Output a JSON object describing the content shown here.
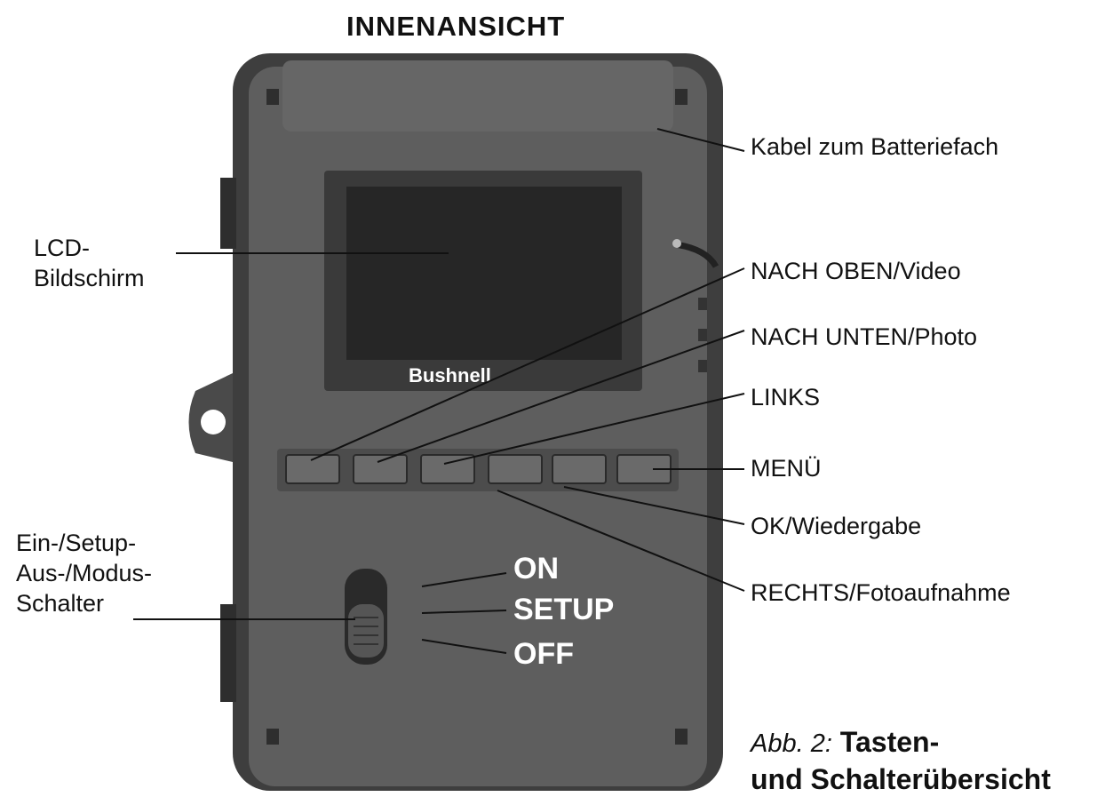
{
  "title": "INNENANSICHT",
  "labels": {
    "lcd_line1": "LCD-",
    "lcd_line2": "Bildschirm",
    "cable": "Kabel zum Batteriefach",
    "up": "NACH OBEN/Video",
    "down": "NACH UNTEN/Photo",
    "left": "LINKS",
    "menu": "MENÜ",
    "ok": "OK/Wiedergabe",
    "right": "RECHTS/Fotoaufnahme",
    "switch_line1": "Ein-/Setup-",
    "switch_line2": "Aus-/Modus-",
    "switch_line3": "Schalter"
  },
  "switch_positions": {
    "on": "ON",
    "setup": "SETUP",
    "off": "OFF"
  },
  "brand": "Bushnell",
  "caption": {
    "prefix": "Abb. 2:",
    "line1": "Tasten-",
    "line2": "und Schalterübersicht"
  },
  "colors": {
    "housing": "#4a4a4a",
    "panel": "#5a5a5a",
    "screen": "#2b2b2b",
    "line": "#111111"
  }
}
